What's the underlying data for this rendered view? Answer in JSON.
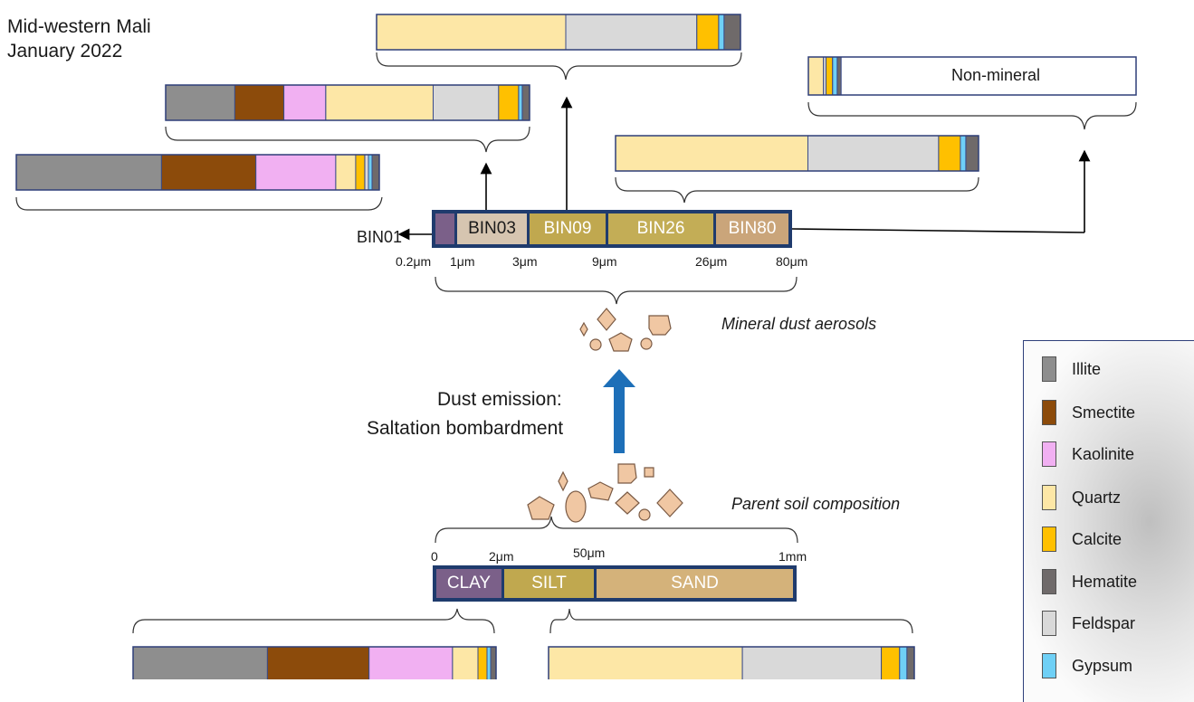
{
  "title": {
    "line1": "Mid-western Mali",
    "line2": "January 2022"
  },
  "minerals": {
    "illite": {
      "label": "Illite",
      "color": "#8e8e8e"
    },
    "smectite": {
      "label": "Smectite",
      "color": "#8c4b0b"
    },
    "kaolinite": {
      "label": "Kaolinite",
      "color": "#f1b0f2"
    },
    "quartz": {
      "label": "Quartz",
      "color": "#fde7a6"
    },
    "calcite": {
      "label": "Calcite",
      "color": "#ffc000"
    },
    "hematite": {
      "label": "Hematite",
      "color": "#6f6a6a"
    },
    "feldspar": {
      "label": "Feldspar",
      "color": "#d9d9d9"
    },
    "gypsum": {
      "label": "Gypsum",
      "color": "#6fd0f6"
    }
  },
  "legend_order": [
    "illite",
    "smectite",
    "kaolinite",
    "quartz",
    "calcite",
    "hematite",
    "feldspar",
    "gypsum"
  ],
  "bins": [
    {
      "label": "",
      "color": "#7b6089"
    },
    {
      "label": "BIN03",
      "color": "#d6c5b0",
      "text_color": "#1a1a1a"
    },
    {
      "label": "BIN09",
      "color": "#c0a84f"
    },
    {
      "label": "BIN26",
      "color": "#c3ad56"
    },
    {
      "label": "BIN80",
      "color": "#caa57a"
    }
  ],
  "bin_ticks": [
    "0.2μm",
    "1μm",
    "3μm",
    "9μm",
    "26μm",
    "80μm"
  ],
  "bin01_label": "BIN01",
  "soil_classes": [
    {
      "label": "CLAY",
      "color": "#7b6089"
    },
    {
      "label": "SILT",
      "color": "#c0a84f"
    },
    {
      "label": "SAND",
      "color": "#d4b27a"
    }
  ],
  "soil_ticks": [
    "0",
    "2μm",
    "50μm",
    "1mm"
  ],
  "labels": {
    "aerosols": "Mineral dust aerosols",
    "emission_line1": "Dust emission:",
    "emission_line2": "Saltation bombardment",
    "soil": "Parent soil composition",
    "non_mineral": "Non-mineral"
  },
  "compositions": {
    "bin01": [
      {
        "mineral": "illite",
        "fraction": 0.4
      },
      {
        "mineral": "smectite",
        "fraction": 0.26
      },
      {
        "mineral": "kaolinite",
        "fraction": 0.22
      },
      {
        "mineral": "quartz",
        "fraction": 0.055
      },
      {
        "mineral": "calcite",
        "fraction": 0.025
      },
      {
        "mineral": "feldspar",
        "fraction": 0.01
      },
      {
        "mineral": "gypsum",
        "fraction": 0.01
      },
      {
        "mineral": "hematite",
        "fraction": 0.02
      }
    ],
    "bin03": [
      {
        "mineral": "illite",
        "fraction": 0.19
      },
      {
        "mineral": "smectite",
        "fraction": 0.135
      },
      {
        "mineral": "kaolinite",
        "fraction": 0.115
      },
      {
        "mineral": "quartz",
        "fraction": 0.295
      },
      {
        "mineral": "feldspar",
        "fraction": 0.18
      },
      {
        "mineral": "calcite",
        "fraction": 0.055
      },
      {
        "mineral": "gypsum",
        "fraction": 0.01
      },
      {
        "mineral": "hematite",
        "fraction": 0.02
      }
    ],
    "bin09": [
      {
        "mineral": "quartz",
        "fraction": 0.52
      },
      {
        "mineral": "feldspar",
        "fraction": 0.36
      },
      {
        "mineral": "calcite",
        "fraction": 0.06
      },
      {
        "mineral": "gypsum",
        "fraction": 0.015
      },
      {
        "mineral": "hematite",
        "fraction": 0.045
      }
    ],
    "bin26": [
      {
        "mineral": "quartz",
        "fraction": 0.53
      },
      {
        "mineral": "feldspar",
        "fraction": 0.36
      },
      {
        "mineral": "calcite",
        "fraction": 0.06
      },
      {
        "mineral": "gypsum",
        "fraction": 0.015
      },
      {
        "mineral": "hematite",
        "fraction": 0.035
      }
    ],
    "bin80": [
      {
        "mineral": "quartz",
        "fraction": 0.046
      },
      {
        "mineral": "feldspar",
        "fraction": 0.008
      },
      {
        "mineral": "calcite",
        "fraction": 0.02
      },
      {
        "mineral": "gypsum",
        "fraction": 0.014
      },
      {
        "mineral": "hematite",
        "fraction": 0.012
      },
      {
        "mineral": "non_mineral",
        "fraction": 0.9
      }
    ],
    "soil_clay": [
      {
        "mineral": "illite",
        "fraction": 0.37
      },
      {
        "mineral": "smectite",
        "fraction": 0.28
      },
      {
        "mineral": "kaolinite",
        "fraction": 0.23
      },
      {
        "mineral": "quartz",
        "fraction": 0.07
      },
      {
        "mineral": "calcite",
        "fraction": 0.025
      },
      {
        "mineral": "gypsum",
        "fraction": 0.01
      },
      {
        "mineral": "hematite",
        "fraction": 0.015
      }
    ],
    "soil_silt_sand": [
      {
        "mineral": "quartz",
        "fraction": 0.53
      },
      {
        "mineral": "feldspar",
        "fraction": 0.38
      },
      {
        "mineral": "calcite",
        "fraction": 0.05
      },
      {
        "mineral": "gypsum",
        "fraction": 0.02
      },
      {
        "mineral": "hematite",
        "fraction": 0.02
      }
    ]
  }
}
